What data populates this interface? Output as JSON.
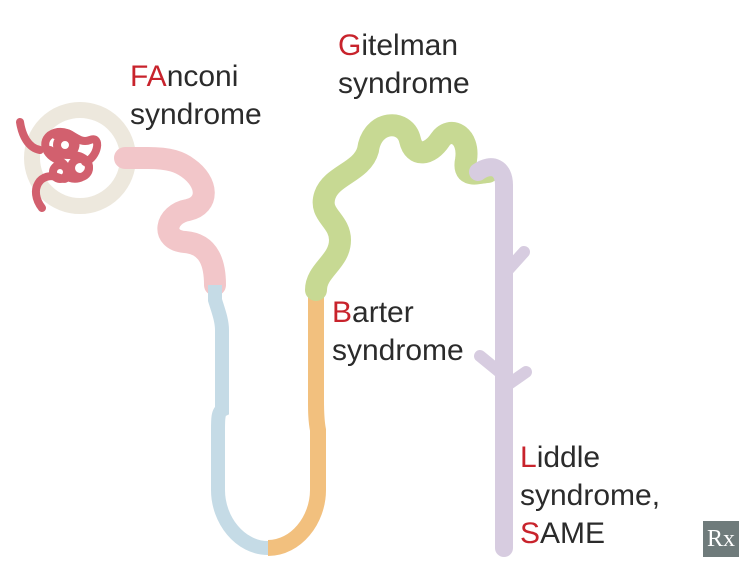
{
  "labels": {
    "fanconi": {
      "highlight": "FA",
      "rest": "nconi",
      "line2": "syndrome"
    },
    "gitelman": {
      "highlight": "G",
      "rest": "itelman",
      "line2": "syndrome"
    },
    "barter": {
      "highlight": "B",
      "rest": "arter",
      "line2": "syndrome"
    },
    "liddle": {
      "highlight": "L",
      "rest": "iddle",
      "line2": "syndrome,",
      "line3_highlight": "S",
      "line3_rest": "AME"
    }
  },
  "logo": {
    "text": "Rx"
  },
  "colors": {
    "highlight": "#c8232c",
    "text": "#2b2b2b",
    "glomerulus": "#d2606e",
    "bowman_capsule": "#ede8dd",
    "proximal_tubule": "#f2c6c9",
    "descending_limb": "#c5dbe6",
    "thick_ascending_limb": "#f2c07e",
    "distal_tubule": "#c7d993",
    "collecting_duct": "#d7cce0",
    "logo_bg": "#6f7b7b"
  }
}
